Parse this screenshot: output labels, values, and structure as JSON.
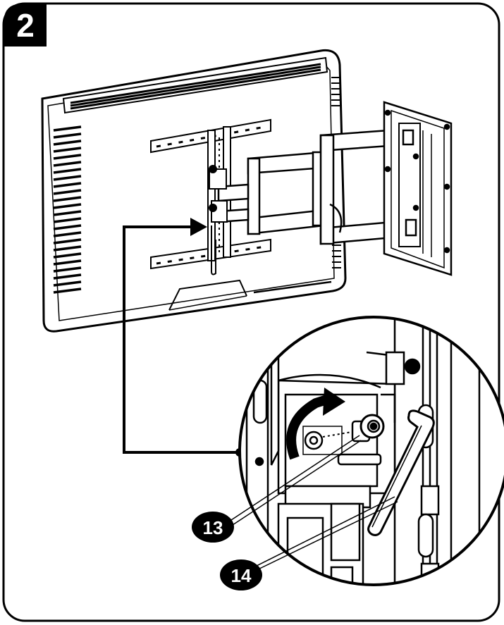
{
  "step": {
    "number": "2"
  },
  "callouts": [
    {
      "id": "13",
      "label": "13"
    },
    {
      "id": "14",
      "label": "14"
    }
  ],
  "colors": {
    "ink": "#000000",
    "paper": "#ffffff",
    "shade": "#dcdcdc"
  }
}
